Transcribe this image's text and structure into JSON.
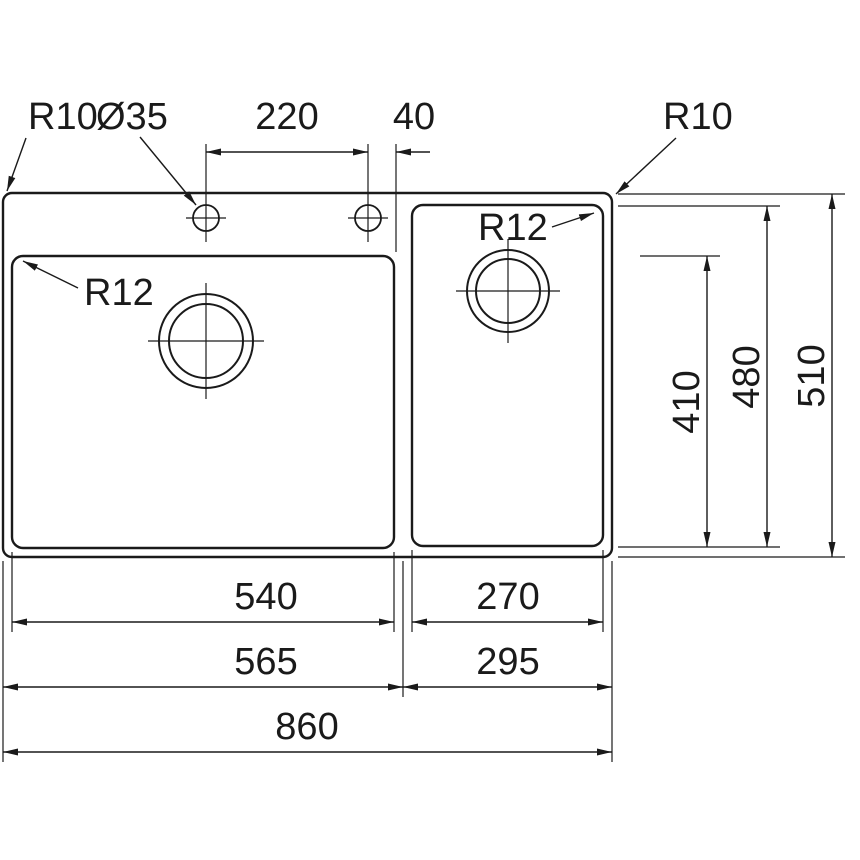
{
  "drawing": {
    "type": "technical-dimension-diagram",
    "subject": "double-bowl sink top view with millimetre dimensions",
    "callouts": {
      "outer_corner_radius_left": "R10",
      "outer_corner_radius_right": "R10",
      "tap_hole_diameter": "Ø35",
      "left_bowl_corner_radius": "R12",
      "right_bowl_corner_radius": "R12"
    },
    "dimensions": {
      "tap_hole_spacing": "220",
      "tap_hole_edge_offset": "40",
      "left_bowl_length": "410",
      "right_bowl_length": "480",
      "overall_depth": "510",
      "left_bowl_width": "540",
      "right_bowl_width": "270",
      "left_section_width": "565",
      "right_section_width": "295",
      "overall_width": "860"
    },
    "ink_color": "#1a1a1a",
    "background_color": "#ffffff"
  }
}
